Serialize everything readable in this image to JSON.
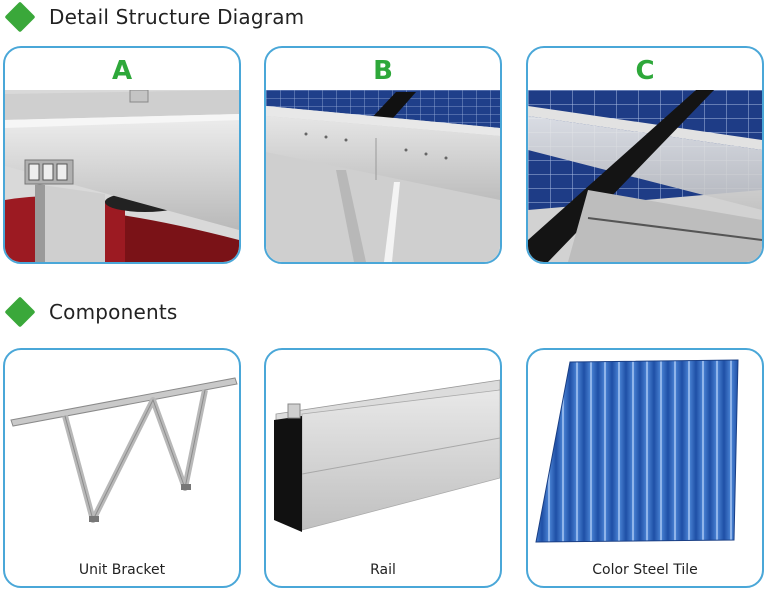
{
  "detail_section": {
    "title": "Detail Structure Diagram",
    "cards": [
      {
        "label": "A"
      },
      {
        "label": "B"
      },
      {
        "label": "C"
      }
    ]
  },
  "components_section": {
    "title": "Components",
    "cards": [
      {
        "caption": "Unit Bracket"
      },
      {
        "caption": "Rail"
      },
      {
        "caption": "Color Steel Tile"
      }
    ]
  },
  "colors": {
    "accent_green": "#3aa83a",
    "label_green": "#2ea83a",
    "card_border": "#4aa7d8",
    "tile_blue": "#2f6fc4"
  }
}
